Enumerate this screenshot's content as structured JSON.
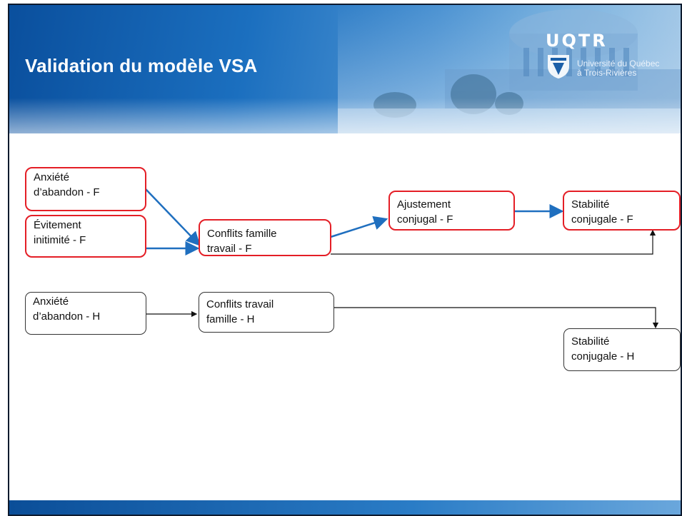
{
  "slide": {
    "title": "Validation du modèle VSA",
    "logo": {
      "wordmark": "UQTR",
      "line1": "Université du Québec",
      "line2": "à Trois-Rivières"
    }
  },
  "diagram": {
    "female": {
      "anxiete": [
        "Anxiété",
        "d’abandon - F"
      ],
      "evitement": [
        "Évitement",
        "initimité - F"
      ],
      "conflits": [
        "Conflits famille",
        "travail - F"
      ],
      "ajustement": [
        "Ajustement",
        "conjugal - F"
      ],
      "stabilite": [
        "Stabilité",
        "conjugale - F"
      ]
    },
    "male": {
      "anxiete": [
        "Anxiété",
        "d’abandon - H"
      ],
      "conflits": [
        "Conflits travail",
        "famille - H"
      ],
      "stabilite": [
        "Stabilité",
        "conjugale - H"
      ]
    },
    "colors": {
      "female_border": "#e41e26",
      "female_arrow": "#1f6fbf",
      "male_border": "#333333",
      "male_arrow": "#111111"
    }
  }
}
